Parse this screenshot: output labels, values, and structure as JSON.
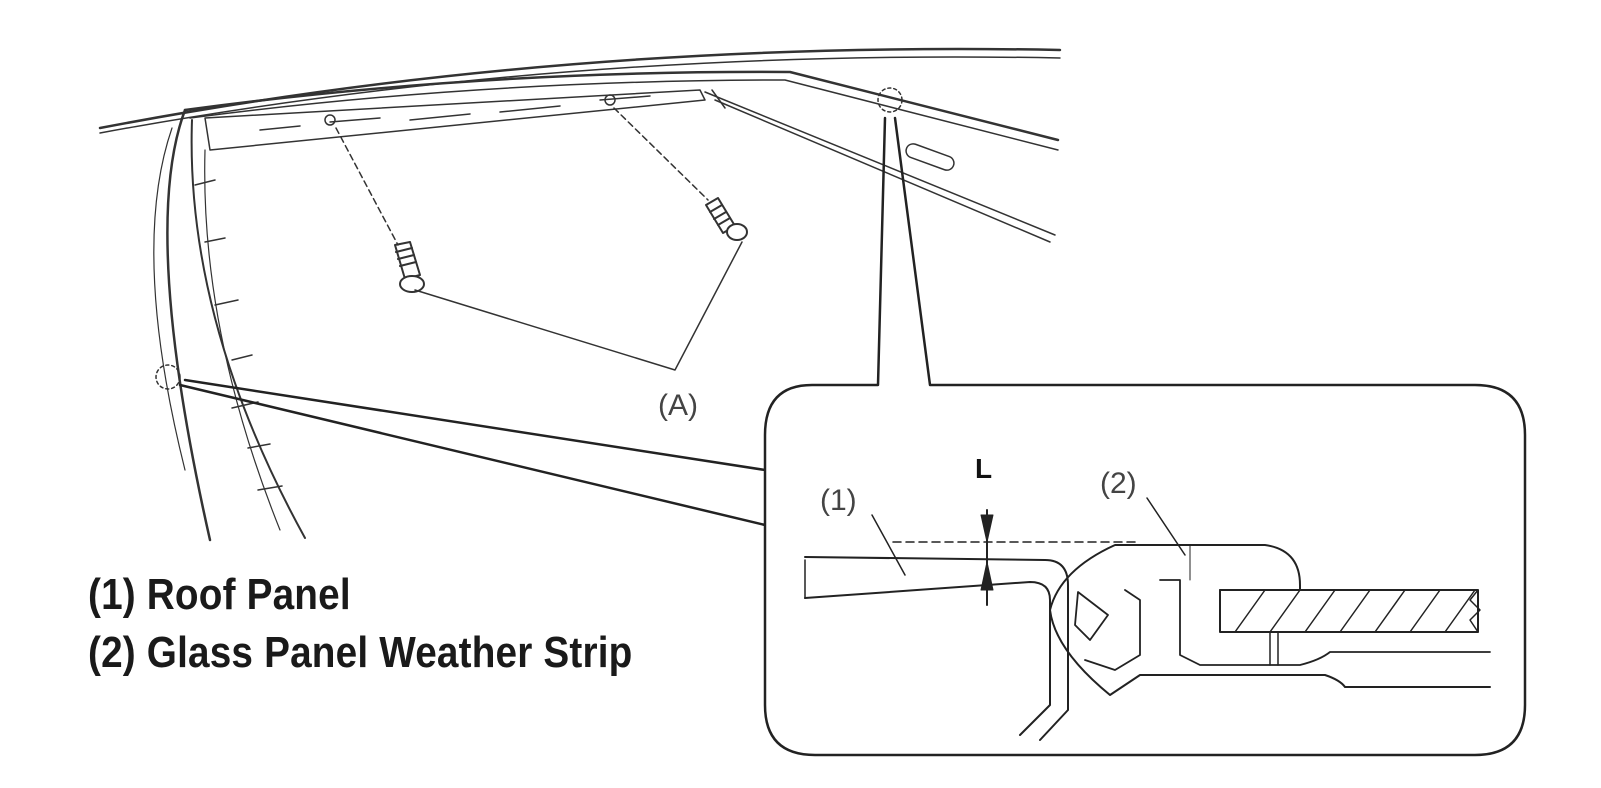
{
  "diagram": {
    "callout_A": "(A)",
    "callout_1": "(1)",
    "callout_2": "(2)",
    "dimension_L": "L"
  },
  "legend": {
    "items": [
      "(1) Roof Panel",
      "(2) Glass Panel Weather Strip"
    ]
  }
}
